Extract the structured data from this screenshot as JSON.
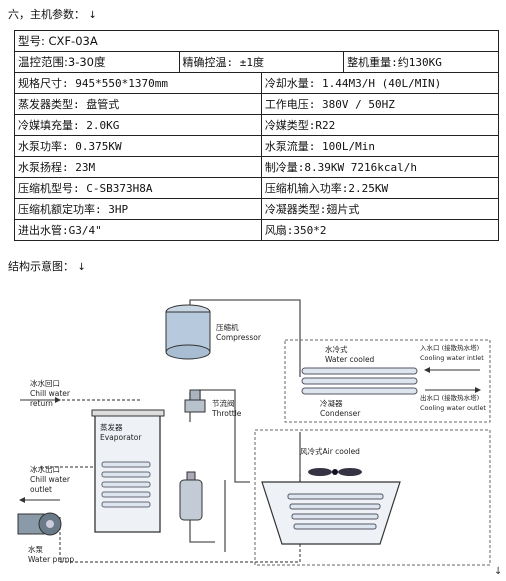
{
  "heading": "六，主机参数：",
  "heading_arrow": "↓",
  "spec_rows": [
    [
      {
        "text": "型号: CXF-03A",
        "colspan": 6
      }
    ],
    [
      {
        "text": "温控范围:3-30度",
        "colspan": 2
      },
      {
        "text": "精确控温: ±1度",
        "colspan": 2
      },
      {
        "text": "整机重量:约130KG",
        "colspan": 2
      }
    ],
    [
      {
        "text": "规格尺寸: 945*550*1370mm",
        "colspan": 3
      },
      {
        "text": "冷却水量: 1.44M3/H (40L/MIN)",
        "colspan": 3
      }
    ],
    [
      {
        "text": "蒸发器类型: 盘管式",
        "colspan": 3
      },
      {
        "text": "工作电压: 380V / 50HZ",
        "colspan": 3
      }
    ],
    [
      {
        "text": "冷媒填充量: 2.0KG",
        "colspan": 3
      },
      {
        "text": "冷媒类型:R22",
        "colspan": 3
      }
    ],
    [
      {
        "text": "水泵功率: 0.375KW",
        "colspan": 3
      },
      {
        "text": "水泵流量: 100L/Min",
        "colspan": 3
      }
    ],
    [
      {
        "text": "水泵扬程: 23M",
        "colspan": 3
      },
      {
        "text": "制冷量:8.39KW   7216kcal/h",
        "colspan": 3
      }
    ],
    [
      {
        "text": "压缩机型号: C-SB373H8A",
        "colspan": 3
      },
      {
        "text": "压缩机输入功率:2.25KW",
        "colspan": 3
      }
    ],
    [
      {
        "text": "压缩机额定功率: 3HP",
        "colspan": 3
      },
      {
        "text": "冷凝器类型:翅片式",
        "colspan": 3
      }
    ],
    [
      {
        "text": "进出水管:G3/4\"",
        "colspan": 3
      },
      {
        "text": "风扇:350*2",
        "colspan": 3
      }
    ]
  ],
  "structure_heading": "结构示意图：",
  "diagram": {
    "compressor_cn": "压缩机",
    "compressor_en": "Compressor",
    "chill_return_cn": "冰水回口",
    "chill_return_en1": "Chill water",
    "chill_return_en2": "return",
    "evaporator_cn": "蒸发器",
    "evaporator_en": "Evaporator",
    "throttle_cn": "节流阀",
    "throttle_en": "Throttle",
    "chill_outlet_cn": "冰水出口",
    "chill_outlet_en1": "Chill water",
    "chill_outlet_en2": "outlet",
    "pump_cn": "水泵",
    "pump_en": "Water pump",
    "water_cooled_cn": "水冷式",
    "water_cooled_en": "Water cooled",
    "condenser_cn": "冷凝器",
    "condenser_en": "Condenser",
    "cw_inlet_cn": "入水口 (接散热水塔)",
    "cw_inlet_en": "Cooling water intlet",
    "cw_outlet_cn": "出水口 (接散热水塔)",
    "cw_outlet_en": "Cooling water outlet",
    "air_cooled": "风冷式Air cooled"
  },
  "end_arrow": "↓"
}
